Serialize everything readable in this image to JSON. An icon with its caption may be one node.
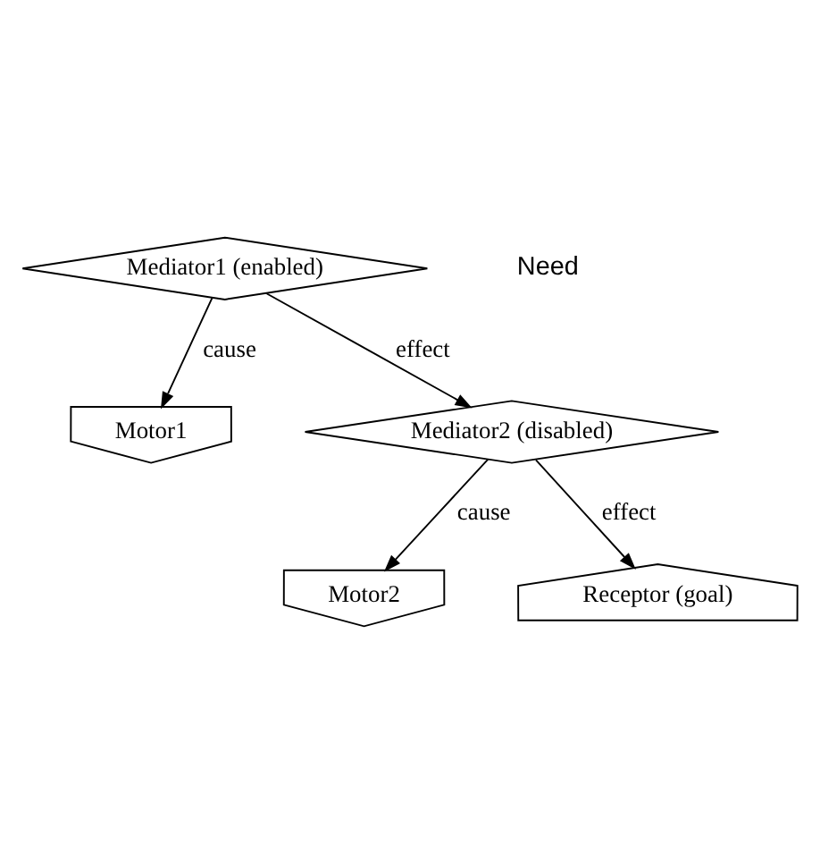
{
  "diagram": {
    "nodes": [
      {
        "text": [
          "Mediator1 (enabled)"
        ]
      },
      {
        "text": [
          "Motor1"
        ]
      },
      {
        "text": [
          "Mediator2 (disabled)"
        ]
      },
      {
        "text": [
          "Motor2"
        ]
      },
      {
        "text": [
          "Receptor (goal)"
        ]
      }
    ],
    "edges": [
      {
        "from": 0,
        "to": 1,
        "arrow": "to",
        "label": "cause"
      },
      {
        "from": 0,
        "to": 2,
        "arrow": "to",
        "label": "effect"
      },
      {
        "from": 2,
        "to": 3,
        "arrow": "to",
        "label": "cause"
      },
      {
        "from": 2,
        "to": 4,
        "arrow": "to",
        "label": "effect"
      }
    ],
    "labels": [
      "Need"
    ]
  }
}
